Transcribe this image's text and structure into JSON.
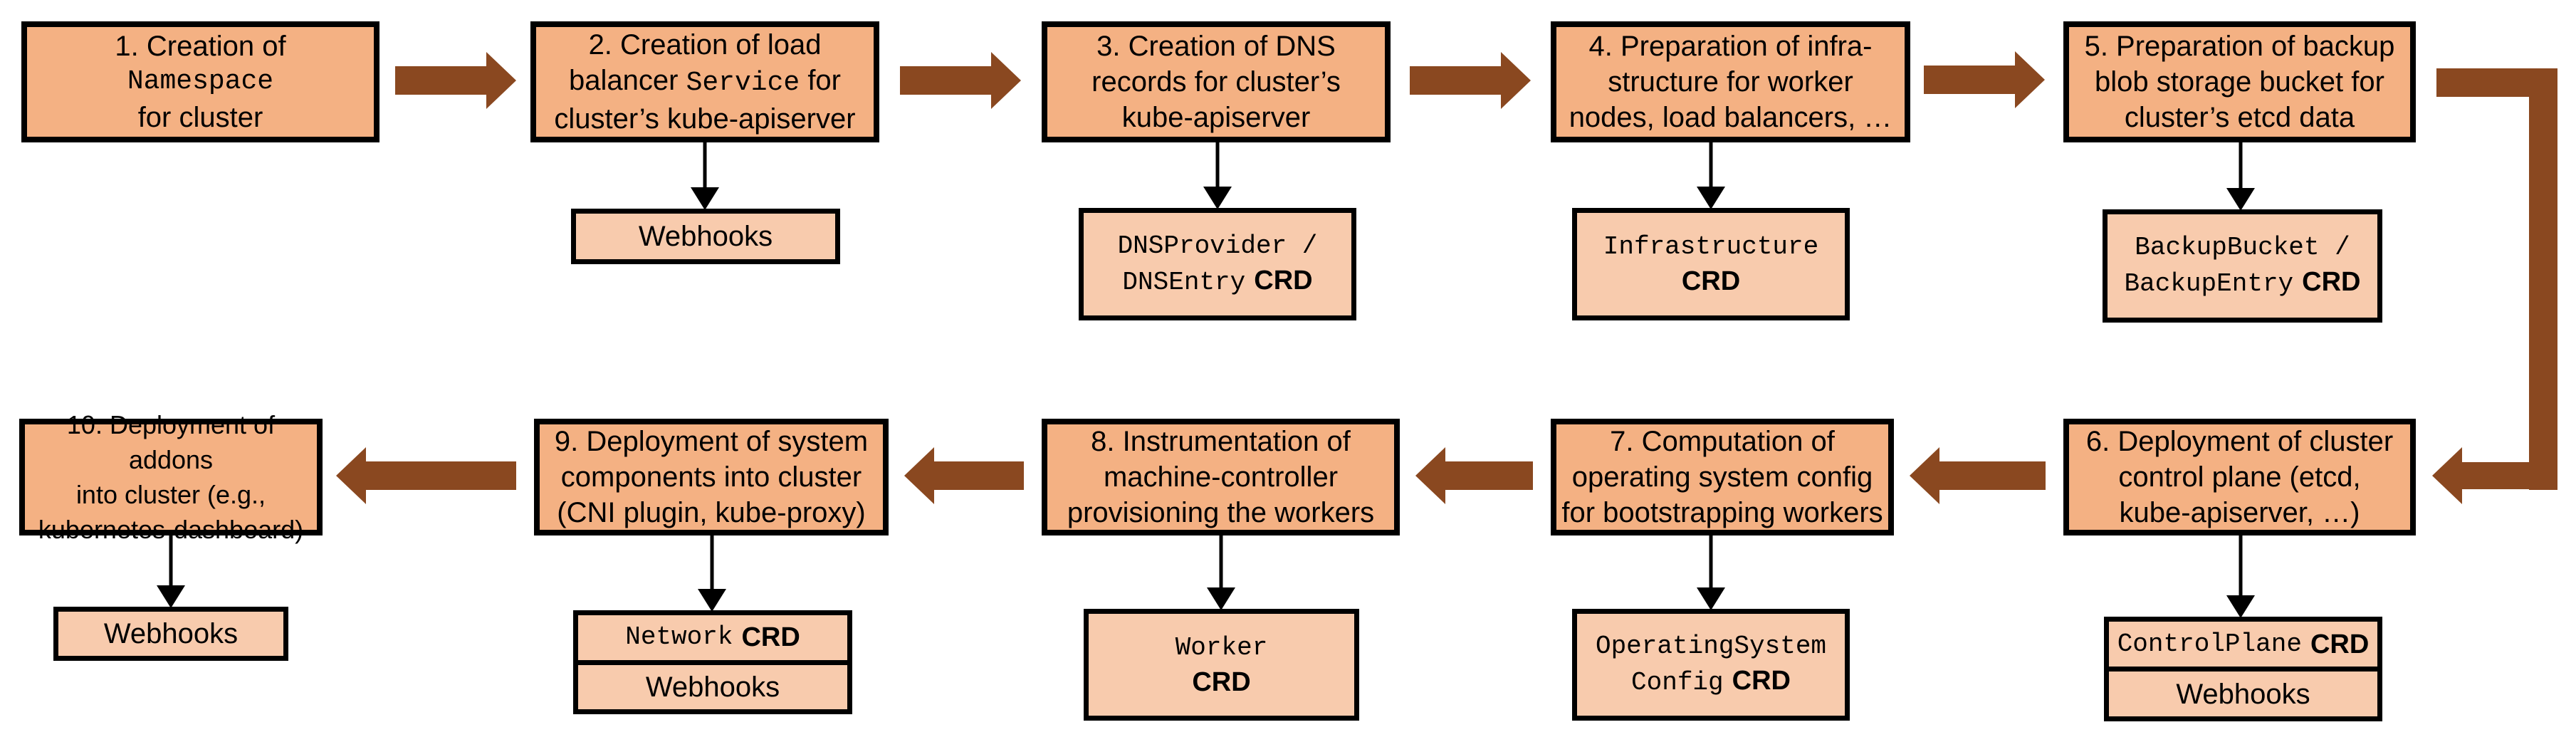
{
  "colors": {
    "step_fill": "#F4B183",
    "artifact_fill": "#F8CBAD",
    "outline": "#000000",
    "flow_arrow": "#8A4820",
    "background": "#FFFFFF",
    "text": "#000000"
  },
  "steps": [
    {
      "line1": "1. Creation of",
      "line2_mono": "Namespace",
      "line3": "for cluster"
    },
    {
      "line1": "2. Creation of load",
      "line2_pre": "balancer ",
      "line2_mono": "Service",
      "line2_post": " for",
      "line3": "cluster’s kube-apiserver"
    },
    {
      "line1": "3. Creation of DNS",
      "line2": "records for cluster’s",
      "line3": "kube-apiserver"
    },
    {
      "line1": "4. Preparation of infra-",
      "line2": "structure for worker",
      "line3": "nodes, load balancers, …"
    },
    {
      "line1": "5. Preparation of backup",
      "line2": "blob storage bucket for",
      "line3": "cluster’s etcd data"
    },
    {
      "line1": "6. Deployment of cluster",
      "line2": "control plane (etcd,",
      "line3": "kube-apiserver, …)"
    },
    {
      "line1": "7. Computation of",
      "line2": "operating system config",
      "line3": "for bootstrapping workers"
    },
    {
      "line1": "8. Instrumentation of",
      "line2": "machine-controller",
      "line3": "provisioning the workers"
    },
    {
      "line1": "9. Deployment of system",
      "line2": "components into cluster",
      "line3": "(CNI plugin, kube-proxy)"
    },
    {
      "line1": "10. Deployment of addons",
      "line2": "into cluster (e.g.,",
      "line3": "kubernetes-dashboard)"
    }
  ],
  "artifacts": {
    "webhooks_2": {
      "label": "Webhooks"
    },
    "dns_crd": {
      "line1_mono": "DNSProvider /",
      "line2_mono": "DNSEntry",
      "crd": "CRD"
    },
    "infrastructure_crd": {
      "line1_mono": "Infrastructure",
      "crd": "CRD"
    },
    "backup_crd": {
      "line1_mono": "BackupBucket /",
      "line2_mono": "BackupEntry",
      "crd": "CRD"
    },
    "controlplane_crd": {
      "cell1_mono": "ControlPlane",
      "crd": "CRD",
      "cell2": "Webhooks"
    },
    "osc_crd": {
      "line1_mono": "OperatingSystem",
      "line2_mono": "Config",
      "crd": "CRD"
    },
    "worker_crd": {
      "line1_mono": "Worker",
      "crd": "CRD"
    },
    "network_crd": {
      "cell1_mono": "Network",
      "crd": "CRD",
      "cell2": "Webhooks"
    },
    "webhooks_10": {
      "label": "Webhooks"
    }
  },
  "flow": [
    {
      "from": "step-1",
      "to": "step-2",
      "shape": "block-arrow-right"
    },
    {
      "from": "step-2",
      "to": "step-3",
      "shape": "block-arrow-right"
    },
    {
      "from": "step-3",
      "to": "step-4",
      "shape": "block-arrow-right"
    },
    {
      "from": "step-4",
      "to": "step-5",
      "shape": "block-arrow-right"
    },
    {
      "from": "step-5",
      "to": "step-6",
      "shape": "elbow-right-down-left"
    },
    {
      "from": "step-6",
      "to": "step-7",
      "shape": "block-arrow-left"
    },
    {
      "from": "step-7",
      "to": "step-8",
      "shape": "block-arrow-left"
    },
    {
      "from": "step-8",
      "to": "step-9",
      "shape": "block-arrow-left"
    },
    {
      "from": "step-9",
      "to": "step-10",
      "shape": "block-arrow-left"
    }
  ],
  "links": [
    {
      "from": "step-2",
      "to": "webhooks_2"
    },
    {
      "from": "step-3",
      "to": "dns_crd"
    },
    {
      "from": "step-4",
      "to": "infrastructure_crd"
    },
    {
      "from": "step-5",
      "to": "backup_crd"
    },
    {
      "from": "step-6",
      "to": "controlplane_crd"
    },
    {
      "from": "step-7",
      "to": "osc_crd"
    },
    {
      "from": "step-8",
      "to": "worker_crd"
    },
    {
      "from": "step-9",
      "to": "network_crd"
    },
    {
      "from": "step-10",
      "to": "webhooks_10"
    }
  ]
}
